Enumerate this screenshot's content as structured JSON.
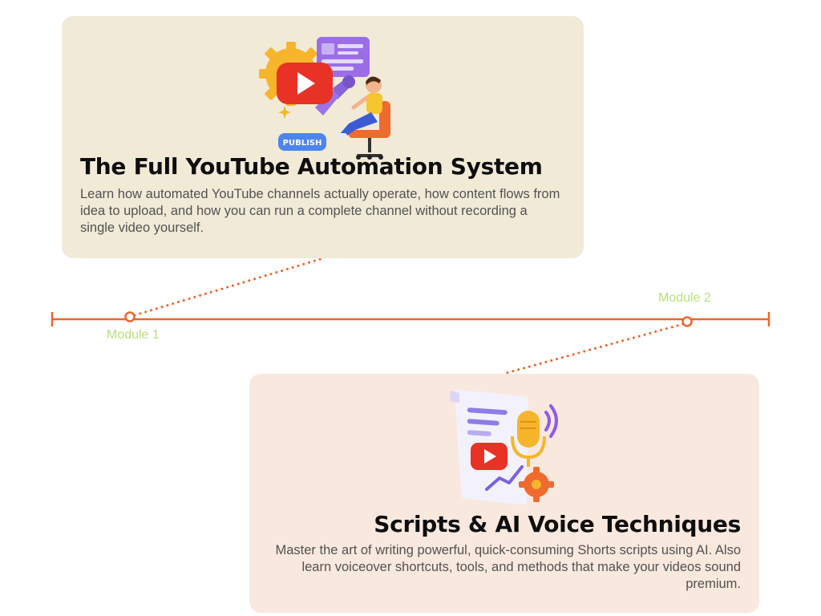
{
  "modules": [
    {
      "label": "Module 1",
      "title": "The Full YouTube Automation System",
      "description": "Learn how automated YouTube channels actually operate, how content flows from idea to upload, and how you can run a complete channel without recording a single video yourself.",
      "illustration_badge": "PUBLISH",
      "illustration_icons": [
        "gear-icon",
        "play-icon",
        "browser-window-icon",
        "robot-arm-icon",
        "person-in-chair-icon"
      ]
    },
    {
      "label": "Module 2",
      "title": "Scripts & AI Voice Techniques",
      "description": "Master the art of writing powerful, quick-consuming Shorts scripts using AI. Also learn voiceover shortcuts, tools, and methods that make your videos sound premium.",
      "illustration_icons": [
        "script-page-icon",
        "microphone-icon",
        "play-icon",
        "gear-icon",
        "sound-waves-icon"
      ]
    }
  ],
  "colors": {
    "timeline": "#f2642a",
    "label": "#b9e27a",
    "card_1_bg": "#f1ead7",
    "card_2_bg": "#f9e8dd",
    "title": "#0e0e0e",
    "description": "#525252"
  }
}
